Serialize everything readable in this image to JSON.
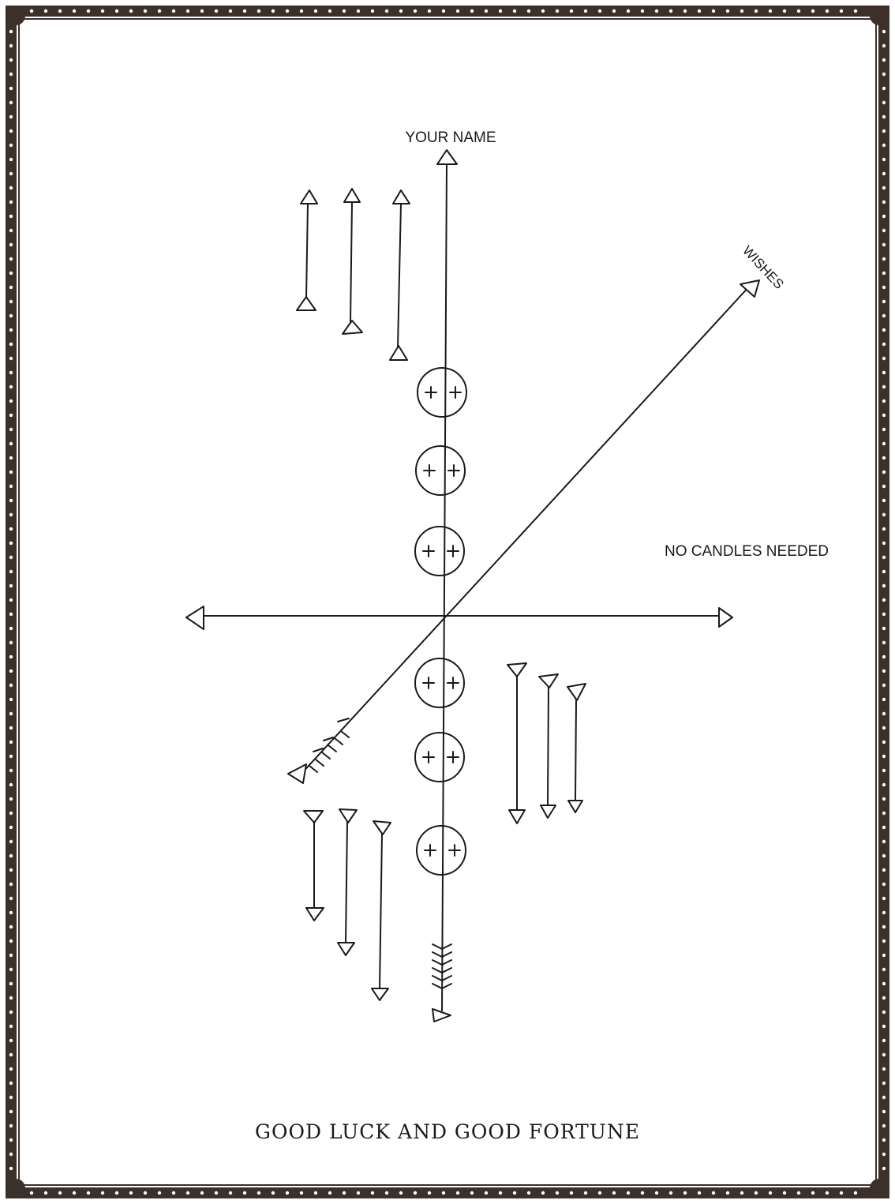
{
  "labels": {
    "top": "YOUR NAME",
    "diagonal": "WISHES",
    "right": "NO CANDLES NEEDED"
  },
  "title": "GOOD LUCK AND GOOD FORTUNE",
  "colors": {
    "line": "#1a1a1a",
    "border": "#3d2f29",
    "background": "#ffffff"
  },
  "icons": {
    "circle_mark": "cross",
    "corner": "pentagram"
  }
}
